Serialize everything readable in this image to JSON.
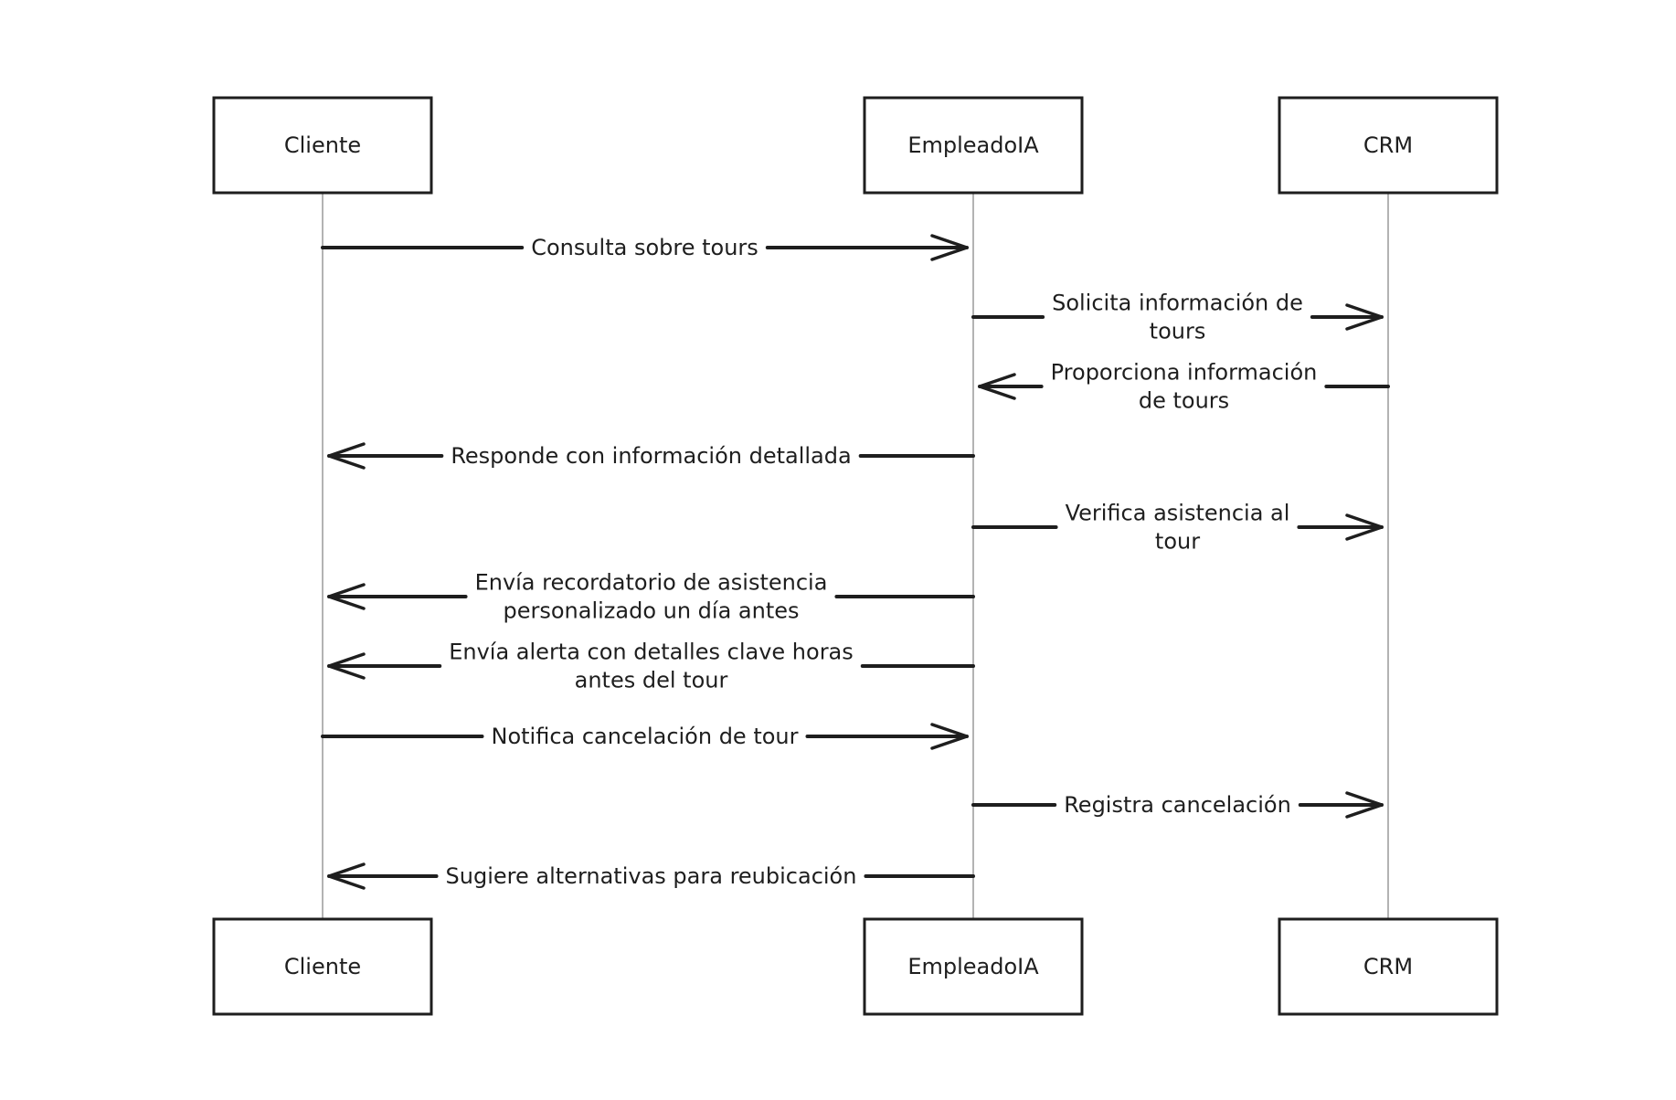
{
  "diagram": {
    "type": "sequence",
    "colors": {
      "stroke": "#1e1e1e",
      "lifeline": "#9a9a9a",
      "background": "#ffffff"
    },
    "actors": [
      {
        "id": "cliente",
        "label": "Cliente"
      },
      {
        "id": "empleado",
        "label": "EmpleadoIA"
      },
      {
        "id": "crm",
        "label": "CRM"
      }
    ],
    "messages": [
      {
        "from": "cliente",
        "to": "empleado",
        "lines": [
          "Consulta sobre tours"
        ]
      },
      {
        "from": "empleado",
        "to": "crm",
        "lines": [
          "Solicita información de",
          "tours"
        ]
      },
      {
        "from": "crm",
        "to": "empleado",
        "lines": [
          "Proporciona información",
          "de tours"
        ]
      },
      {
        "from": "empleado",
        "to": "cliente",
        "lines": [
          "Responde con información detallada"
        ]
      },
      {
        "from": "empleado",
        "to": "crm",
        "lines": [
          "Verifica asistencia al",
          "tour"
        ]
      },
      {
        "from": "empleado",
        "to": "cliente",
        "lines": [
          "Envía recordatorio de asistencia",
          "personalizado un día antes"
        ]
      },
      {
        "from": "empleado",
        "to": "cliente",
        "lines": [
          "Envía alerta con detalles clave horas",
          "antes del tour"
        ]
      },
      {
        "from": "cliente",
        "to": "empleado",
        "lines": [
          "Notifica cancelación de tour"
        ]
      },
      {
        "from": "empleado",
        "to": "crm",
        "lines": [
          "Registra cancelación"
        ]
      },
      {
        "from": "empleado",
        "to": "cliente",
        "lines": [
          "Sugiere alternativas para reubicación"
        ]
      }
    ]
  }
}
